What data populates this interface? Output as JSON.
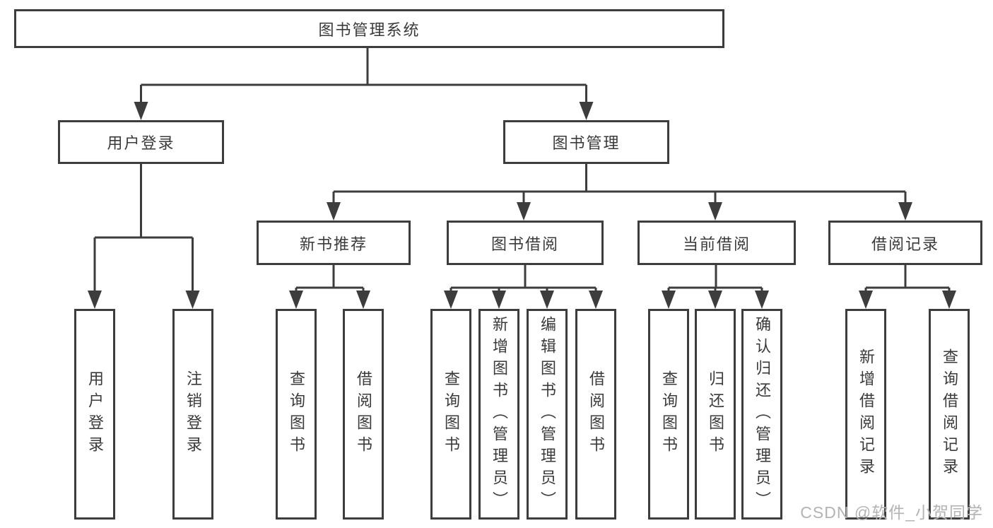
{
  "nodes": {
    "root": "图书管理系统",
    "user_login": "用户登录",
    "book_mgmt": "图书管理",
    "new_book_rec": "新书推荐",
    "book_borrow": "图书借阅",
    "current_borrow": "当前借阅",
    "borrow_records": "借阅记录",
    "ul_user_login": "用户登录",
    "ul_logout": "注销登录",
    "nb_query_book": "查询图书",
    "nb_borrow_book": "借阅图书",
    "bb_query_book": "查询图书",
    "bb_add_book": "新增图书（管理员）",
    "bb_edit_book": "编辑图书（管理员）",
    "bb_borrow_book": "借阅图书",
    "cb_query_book": "查询图书",
    "cb_return_book": "归还图书",
    "cb_confirm_return": "确认归还（管理员）",
    "br_add_record": "新增借阅记录",
    "br_query_record": "查询借阅记录"
  },
  "hierarchy": {
    "图书管理系统": {
      "用户登录": [
        "用户登录",
        "注销登录"
      ],
      "图书管理": {
        "新书推荐": [
          "查询图书",
          "借阅图书"
        ],
        "图书借阅": [
          "查询图书",
          "新增图书（管理员）",
          "编辑图书（管理员）",
          "借阅图书"
        ],
        "当前借阅": [
          "查询图书",
          "归还图书",
          "确认归还（管理员）"
        ],
        "借阅记录": [
          "新增借阅记录",
          "查询借阅记录"
        ]
      }
    }
  },
  "watermark": "CSDN @软件_小贺同学",
  "colors": {
    "line": "#3d3d3d",
    "text": "#3a3a3a",
    "watermark": "#b3b3b3",
    "background": "#ffffff"
  }
}
